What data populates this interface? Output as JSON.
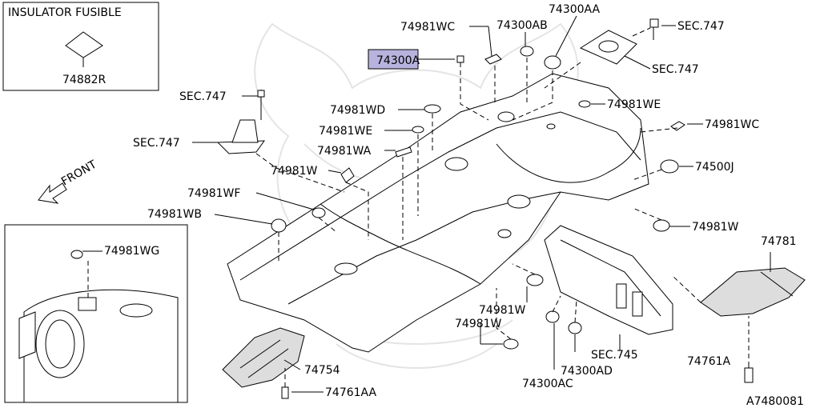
{
  "diagram": {
    "inset_top_title": "INSULATOR FUSIBLE",
    "inset_top_part": "74882R",
    "front_label": "FRONT",
    "figure_code": "A7480081",
    "highlight_color": "#b7b3de",
    "labels": {
      "p74300A": "74300A",
      "p74981WC_a": "74981WC",
      "p74300AB": "74300AB",
      "p74300AA": "74300AA",
      "sec747_a": "SEC.747",
      "sec747_b": "SEC.747",
      "sec747_c": "SEC.747",
      "sec747_d": "SEC.747",
      "p74981WD": "74981WD",
      "p74981WE_a": "74981WE",
      "p74981WE_b": "74981WE",
      "p74981WA": "74981WA",
      "p74981WC_b": "74981WC",
      "p74981W_a": "74981W",
      "p74500J": "74500J",
      "p74981WF": "74981WF",
      "p74981WB": "74981WB",
      "p74981W_b": "74981W",
      "p74781": "74781",
      "p74981WG": "74981WG",
      "p74981W_c": "74981W",
      "p74981W_d": "74981W",
      "sec745": "SEC.745",
      "p74754": "74754",
      "p74300AC": "74300AC",
      "p74300AD": "74300AD",
      "p74761A": "74761A",
      "p74761AA": "74761AA"
    }
  }
}
